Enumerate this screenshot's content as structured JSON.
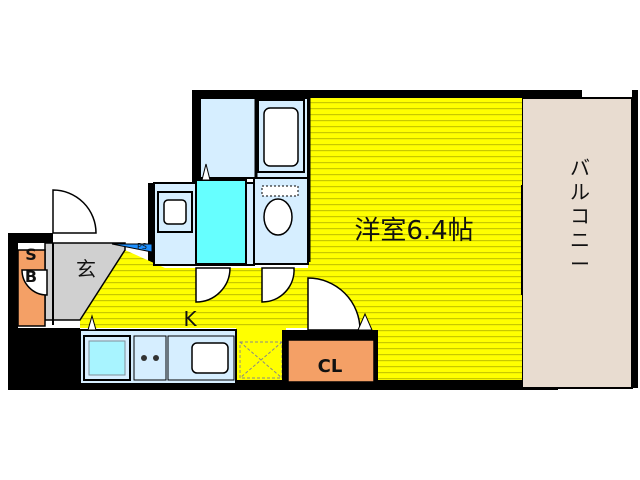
{
  "rooms": {
    "western_room": "洋室6.4帖",
    "kitchen": "K",
    "entrance": "玄",
    "shoe_box": "SB",
    "closet": "CL",
    "pipe_space": "PS",
    "balcony": "バルコニー"
  },
  "colors": {
    "wall": "#000000",
    "room_floor": "#ffff00",
    "floor_stripe": "#c8c800",
    "wet_area": "#d6eeff",
    "sink_highlight": "#66ffff",
    "entrance_floor": "#d0d0d0",
    "closet": "#f4a066",
    "balcony": "#e8dcd0",
    "pipe_space": "#1e90ff"
  }
}
